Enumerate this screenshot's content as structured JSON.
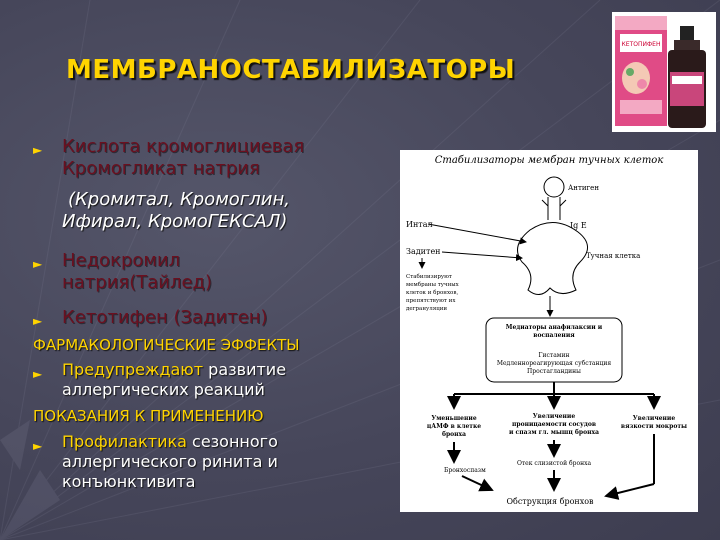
{
  "slide": {
    "title": "МЕМБРАНОСТАБИЛИЗАТОРЫ",
    "bullets": [
      {
        "line1": "Кислота кромоглициевая",
        "line2": "Кромогликат натрия"
      },
      {
        "subtext_line1": "(Кромитал, Кромоглин,",
        "subtext_line2": "Ифирал, КромоГЕКСАЛ)"
      },
      {
        "line1": "Недокромил",
        "line2": "натрия(Тайлед)"
      },
      {
        "line1": "Кетотифен (Задитен)"
      }
    ],
    "section1": "ФАРМАКОЛОГИЧЕСКИЕ ЭФФЕКТЫ",
    "effect": {
      "highlight": "Предупреждают",
      "rest1": " развитие",
      "line2": "аллергических реакций"
    },
    "section2": "ПОКАЗАНИЯ К ПРИМЕНЕНИЮ",
    "indication": {
      "highlight": "Профилактика",
      "rest1": " сезонного",
      "line2": "аллергического ринита и",
      "line3": "конъюнктивита"
    }
  },
  "product_photo": {
    "box_label": "КЕТОПИФЕН",
    "box_color": "#e04b86",
    "bottle_color": "#2a1a1a",
    "label_color": "#c9467b"
  },
  "diagram": {
    "title": "Стабилизаторы мембран тучных клеток",
    "antigen": "Антиген",
    "ige": "Ig E",
    "intal": "Интал",
    "zaditen": "Задитен",
    "mast_cell": "Тучная клетка",
    "stabilize_note": [
      "Стабилизируют",
      "мембраны тучных",
      "клеток и бронхов,",
      "препятствуют их",
      "дегрануляции"
    ],
    "mediators_box": [
      "Медиаторы анафилаксии и",
      "воспаления",
      "Гистамин",
      "Медленнореагирующая субстанция",
      "Простагландины"
    ],
    "effect_left": [
      "Уменьшение",
      "цАМФ в клетке",
      "бронха"
    ],
    "effect_mid": [
      "Увеличение",
      "проницаемости сосудов",
      "и спазм гл. мышц бронха"
    ],
    "effect_right": [
      "Увеличение",
      "вязкости мокроты"
    ],
    "bronchospasm": "Бронхоспазм",
    "edema": "Отек слизистой бронха",
    "obstruction": "Обструкция бронхов"
  }
}
